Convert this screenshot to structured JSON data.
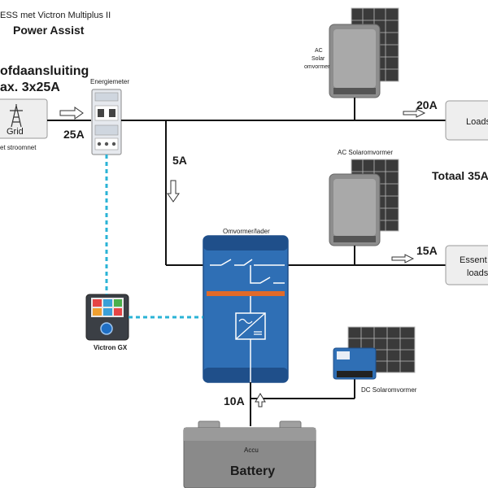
{
  "title": {
    "line1": "ESS met Victron Multiplus II",
    "line2": "Power Assist"
  },
  "grid_connection": {
    "heading_line1": "ofdaansluiting",
    "heading_line2": "ax. 3x25A",
    "grid_label": "Grid",
    "grid_sub": "et stroomnet",
    "current": "25A"
  },
  "energy_meter": {
    "label": "Energiemeter"
  },
  "ac_solar_top": {
    "label_line1": "AC",
    "label_line2": "Solar",
    "label_line3": "omvormer"
  },
  "ac_solar_mid": {
    "label": "AC Solaromvormer"
  },
  "loads": {
    "current": "20A",
    "label": "Loads"
  },
  "total": {
    "label": "Totaal 35A"
  },
  "essential_loads": {
    "current": "15A",
    "label_line1": "Essent",
    "label_line2": "loads"
  },
  "inverter": {
    "label": "Omvormer/lader",
    "down_current": "5A"
  },
  "gx": {
    "label": "Victron GX"
  },
  "dc_solar": {
    "label": "DC Solaromvormer"
  },
  "battery": {
    "top_label": "Accu",
    "label": "Battery",
    "current": "10A"
  },
  "colors": {
    "wire": "#111111",
    "comm": "#2ab3d6",
    "inverter_blue": "#2f6fb5",
    "inverter_dark": "#1f4f8a",
    "panel": "#3a3a3a",
    "box_fill": "#eeeeee",
    "box_stroke": "#9a9a9a",
    "battery": "#8a8a8a"
  }
}
